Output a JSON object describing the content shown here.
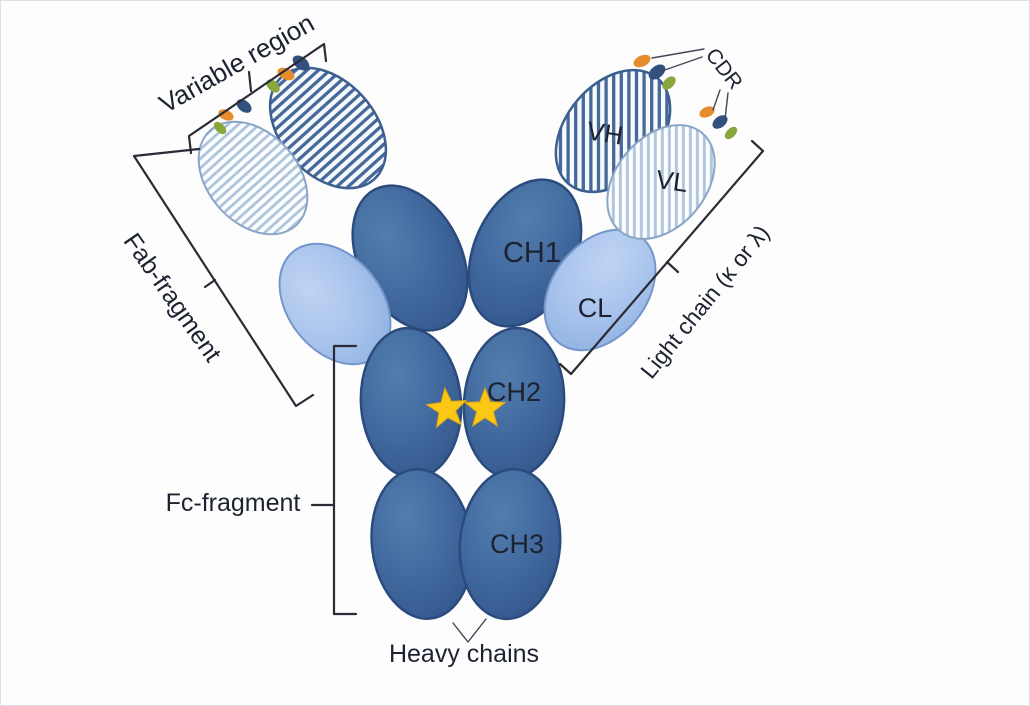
{
  "diagram": {
    "region_labels": {
      "variable_region": "Variable region",
      "fab_fragment": "Fab-fragment",
      "fc_fragment": "Fc-fragment",
      "heavy_chains": "Heavy chains",
      "cdr": "CDR",
      "light_chain": "Light chain (κ or λ)"
    },
    "domain_labels": {
      "vh": "VH",
      "vl": "VL",
      "ch1": "CH1",
      "cl": "CL",
      "ch2": "CH2",
      "ch3": "CH3"
    },
    "star_count": "2",
    "colors": {
      "heavy_domain_fill": "#3f6a9f",
      "heavy_domain_edge": "#2a4b7c",
      "light_domain_fill": "#a6c2ec",
      "light_domain_edge": "#7596cb",
      "vh_stripe": "#46699a",
      "vl_stripe": "#aec3dc",
      "star": "#fdc716",
      "star_edge": "#dda70e",
      "cdr_orange": "#e78c2d",
      "cdr_navy": "#33517e",
      "cdr_green": "#8aa73e",
      "annotation_line": "#2b2b35",
      "pointer_line": "#45455a",
      "label_text": "#1d2230",
      "background": "#fdfdfe"
    }
  }
}
